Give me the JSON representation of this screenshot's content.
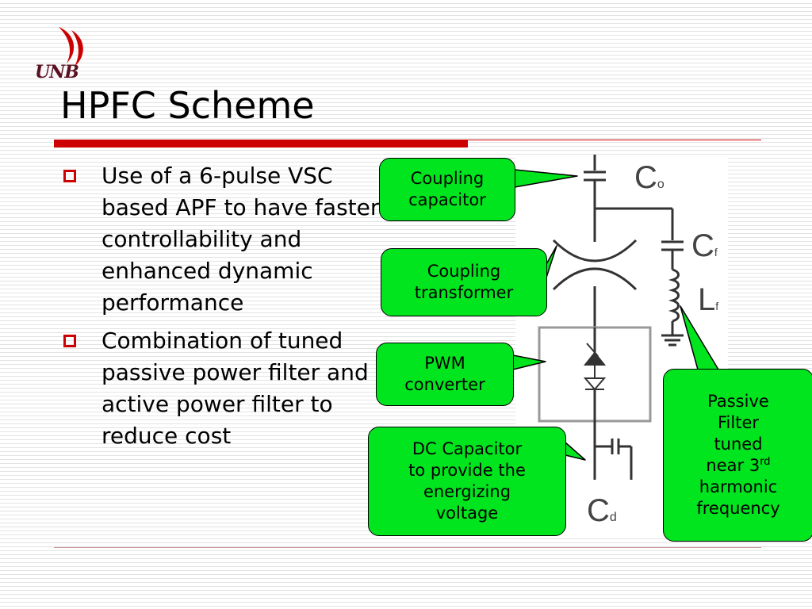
{
  "logo": {
    "text": "UNB",
    "accent_color": "#cc0000"
  },
  "title": "HPFC Scheme",
  "bullets": [
    "Use of a 6-pulse VSC based APF to have faster controllability and enhanced dynamic performance",
    "Combination of tuned passive power filter and active power filter to reduce cost"
  ],
  "diagram": {
    "labels": {
      "co": "C",
      "co_sub": "o",
      "cf": "C",
      "cf_sub": "f",
      "lf": "L",
      "lf_sub": "f",
      "cd": "C",
      "cd_sub": "d"
    }
  },
  "callouts": {
    "coupling_capacitor": [
      "Coupling",
      "capacitor"
    ],
    "coupling_transformer": [
      "Coupling",
      "transformer"
    ],
    "pwm_converter": [
      "PWM",
      "converter"
    ],
    "dc_capacitor": [
      "DC Capacitor",
      "to provide the",
      "energizing",
      "voltage"
    ],
    "passive_filter": {
      "line1": "Passive",
      "line2": "Filter",
      "line3": "tuned",
      "line4_pre": "near 3",
      "line4_sup": "rd",
      "line5": "harmonic",
      "line6": "frequency"
    }
  },
  "colors": {
    "accent": "#cc0000",
    "callout_fill": "#00e51e",
    "text": "#000000"
  }
}
